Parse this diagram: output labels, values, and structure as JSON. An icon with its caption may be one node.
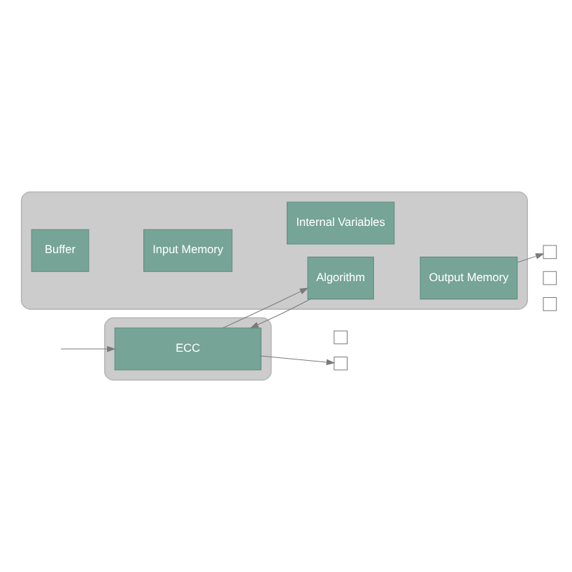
{
  "diagram": {
    "nodes": [
      {
        "text": [],
        "shape": "box"
      },
      {
        "text": [
          "ECC"
        ],
        "in": 0
      },
      {
        "text": [],
        "shape": "box"
      },
      {
        "text": [],
        "shape": "box"
      },
      {
        "text": [],
        "shape": "box"
      },
      {
        "text": [
          "Buffer"
        ],
        "in": 4
      },
      {
        "text": [
          "Input Memory"
        ],
        "in": 4
      },
      {
        "text": [
          "Algorithm"
        ],
        "in": 4
      },
      {
        "text": [
          "Internal Variables"
        ],
        "in": 4
      },
      {
        "text": [
          "Output Memory"
        ],
        "in": 4
      },
      {
        "text": [],
        "shape": "box"
      },
      {
        "text": [],
        "shape": "box"
      },
      {
        "text": [],
        "shape": "box"
      }
    ],
    "edges": [
      {
        "from": null,
        "to": 1,
        "arrow": "to"
      },
      {
        "from": 1,
        "to": 3,
        "arrow": "to"
      },
      {
        "from": 1,
        "to": 7,
        "arrow": "to"
      },
      {
        "from": 7,
        "to": 1,
        "arrow": "to"
      },
      {
        "from": 9,
        "to": 10,
        "arrow": "to"
      }
    ]
  }
}
